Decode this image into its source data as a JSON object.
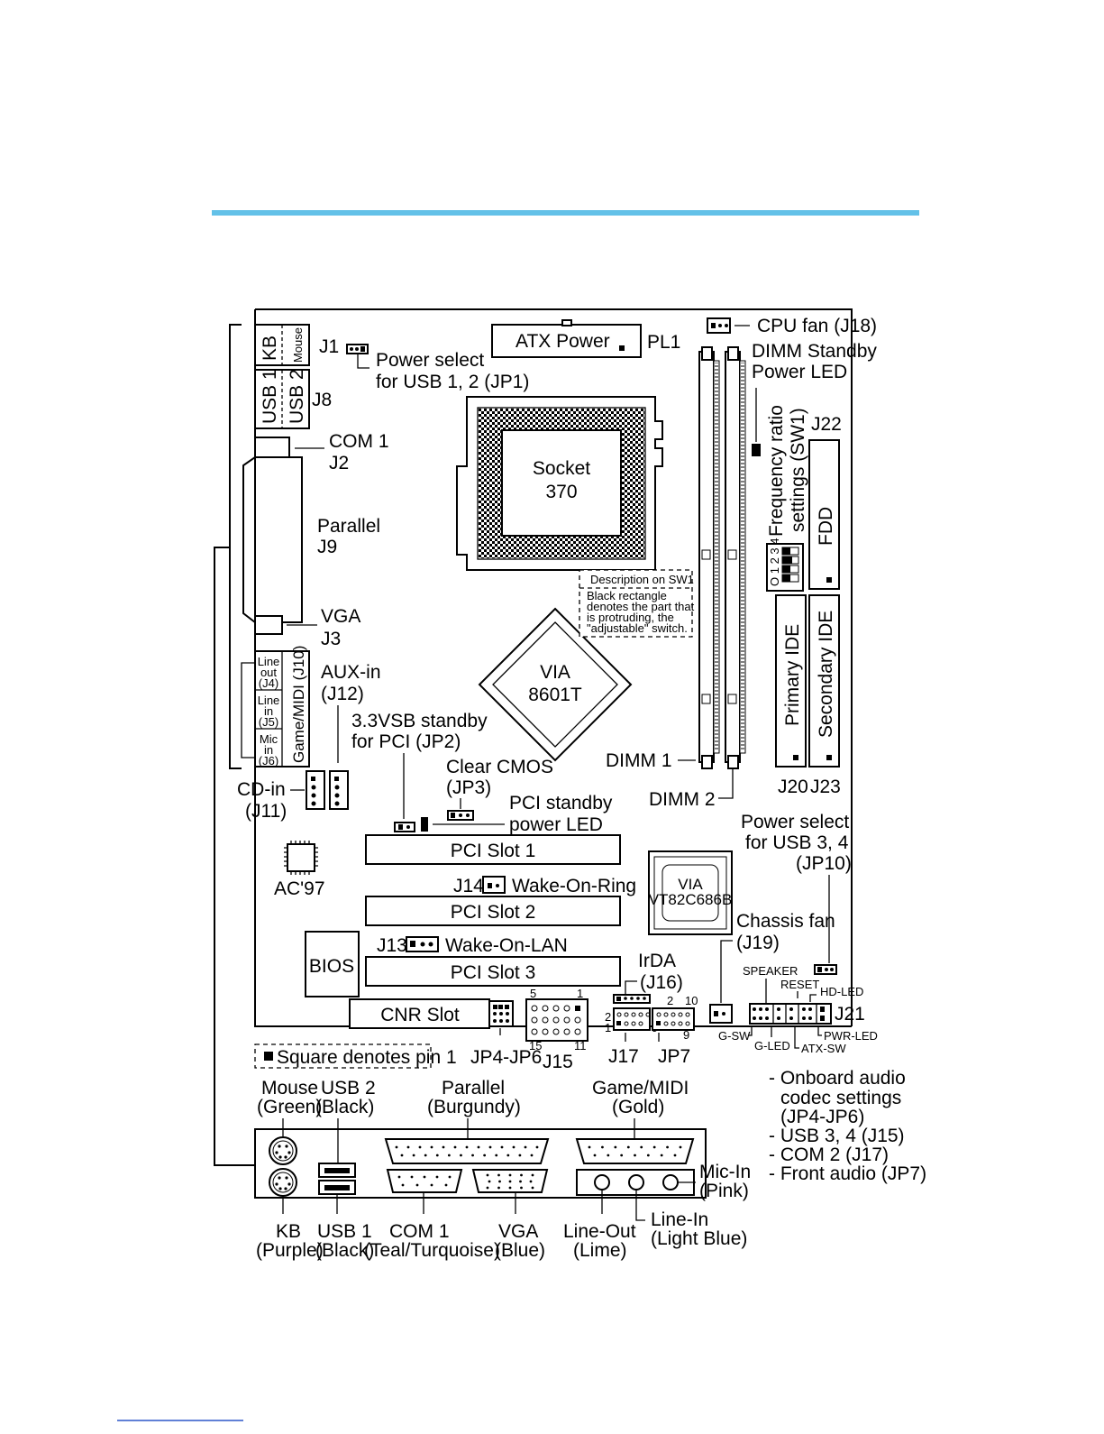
{
  "colors": {
    "rule": "#63c1e8",
    "ink": "#000000",
    "paper": "#ffffff"
  },
  "components": {
    "atx_power": "ATX Power",
    "socket_line1": "Socket",
    "socket_line2": "370",
    "chipset_north_line1": "VIA",
    "chipset_north_line2": "8601T",
    "chipset_south_line1": "VIA",
    "chipset_south_line2": "VT82C686B",
    "pci1": "PCI Slot 1",
    "pci2": "PCI Slot 2",
    "pci3": "PCI Slot 3",
    "cnr": "CNR Slot",
    "bios": "BIOS",
    "fdd": "FDD",
    "primary_ide": "Primary IDE",
    "secondary_ide": "Secondary IDE",
    "kb_port": "KB",
    "mouse_port": "Mouse",
    "usb1_port": "USB 1",
    "usb2_port": "USB 2",
    "game_midi_port": "Game/MIDI (J10)",
    "line_out_port": [
      "Line",
      "out",
      "(J4)"
    ],
    "line_in_port": [
      "Line",
      "in",
      "(J5)"
    ],
    "mic_in_port": [
      "Mic",
      "in",
      "(J6)"
    ]
  },
  "labels": {
    "pl1": "PL1",
    "j1": "J1",
    "jp1_l1": "Power select",
    "jp1_l2": "for USB 1, 2 (JP1)",
    "j8": "J8",
    "com1_l1": "COM 1",
    "com1_l2": "J2",
    "parallel_l1": "Parallel",
    "parallel_l2": "J9",
    "vga_l1": "VGA",
    "vga_l2": "J3",
    "aux_l1": "AUX-in",
    "aux_l2": "(J12)",
    "jp2_l1": "3.3VSB standby",
    "jp2_l2": "for PCI (JP2)",
    "jp3_l1": "Clear CMOS",
    "jp3_l2": "(JP3)",
    "pci_led_l1": "PCI standby",
    "pci_led_l2": "power LED",
    "cd_l1": "CD-in",
    "cd_l2": "(J11)",
    "ac97": "AC'97",
    "j14": "J14",
    "wake_ring": "Wake-On-Ring",
    "j13": "J13",
    "wake_lan": "Wake-On-LAN",
    "cpu_fan": "CPU fan (J18)",
    "dimm_led_l1": "DIMM Standby",
    "dimm_led_l2": "Power LED",
    "freq_l1": "Frequency ratio",
    "freq_l2": "settings (SW1)",
    "j22": "J22",
    "sw_desc_title": "Description on SW1",
    "sw_desc_l1": "Black rectangle",
    "sw_desc_l2": "denotes the part that",
    "sw_desc_l3": "is protruding, the",
    "sw_desc_l4": "\"adjustable\" switch.",
    "dimm1": "DIMM 1",
    "dimm2": "DIMM 2",
    "j20": "J20",
    "j23": "J23",
    "jp10_l1": "Power select",
    "jp10_l2": "for USB 3, 4",
    "jp10_l3": "(JP10)",
    "chassis_l1": "Chassis fan",
    "chassis_l2": "(J19)",
    "irda_l1": "IrDA",
    "irda_l2": "(J16)",
    "speaker": "SPEAKER",
    "reset": "RESET",
    "hd_led": "HD-LED",
    "j21": "J21",
    "g_sw": "G-SW",
    "g_led": "G-LED",
    "pwr_led": "PWR-LED",
    "atx_sw": "ATX-SW",
    "jp4_jp6": "JP4-JP6",
    "j15": "J15",
    "j17": "J17",
    "jp7": "JP7",
    "pin_note": "Square denotes pin 1",
    "pin5": "5",
    "pin1": "1",
    "pin15": "15",
    "pin11": "11",
    "pin2": "2",
    "pin10": "10",
    "pin9": "9"
  },
  "io_panel": {
    "mouse_l1": "Mouse",
    "mouse_l2": "(Green)",
    "usb2_l1": "USB 2",
    "usb2_l2": "(Black)",
    "parallel_l1": "Parallel",
    "parallel_l2": "(Burgundy)",
    "game_l1": "Game/MIDI",
    "game_l2": "(Gold)",
    "kb_l1": "KB",
    "kb_l2": "(Purple)",
    "usb1_l1": "USB 1",
    "usb1_l2": "(Black)",
    "com1_l1": "COM 1",
    "com1_l2": "(Teal/Turquoise)",
    "vga_l1": "VGA",
    "vga_l2": "(Blue)",
    "lineout_l1": "Line-Out",
    "lineout_l2": "(Lime)",
    "linein_l1": "Line-In",
    "linein_l2": "(Light Blue)",
    "mic_l1": "Mic-In",
    "mic_l2": "(Pink)"
  },
  "notes": [
    "- Onboard audio",
    "codec settings",
    "(JP4-JP6)",
    "- USB 3, 4 (J15)",
    "- COM 2 (J17)",
    "- Front audio (JP7)"
  ]
}
